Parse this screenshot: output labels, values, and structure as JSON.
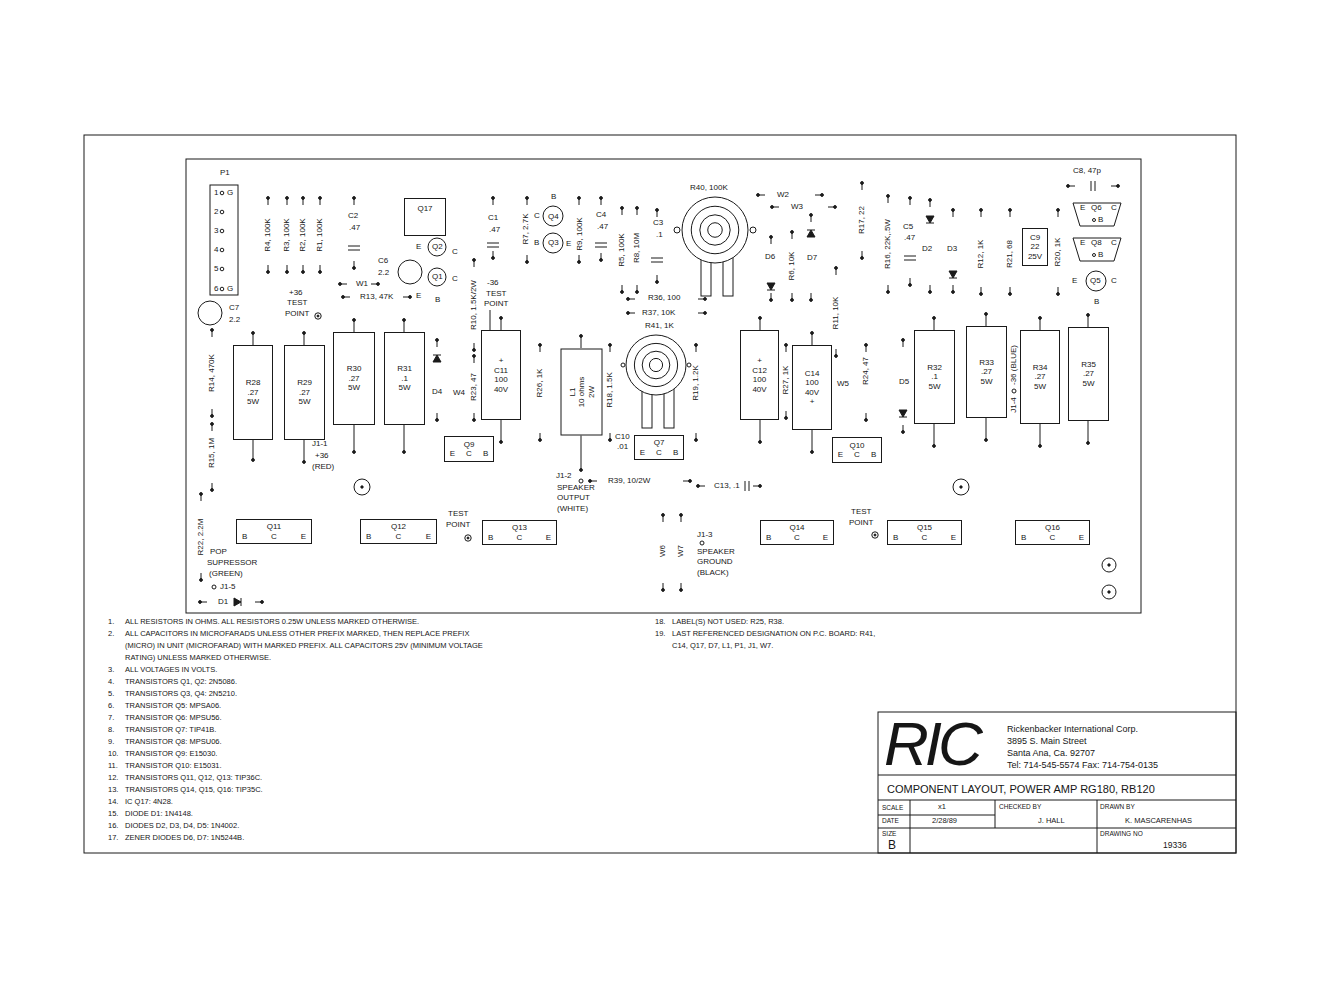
{
  "diagram": {
    "title": "COMPONENT LAYOUT, POWER AMP RG180, RB120",
    "nodes": [
      {
        "text": [
          "Q17"
        ]
      },
      {
        "text": [
          "C9",
          "22",
          "25V"
        ]
      },
      {
        "text": [
          "R28",
          ".27",
          "5W"
        ]
      },
      {
        "text": [
          "R29",
          ".27",
          "5W"
        ]
      },
      {
        "text": [
          "R30",
          ".27",
          "5W"
        ]
      },
      {
        "text": [
          "R31",
          ".1",
          "5W"
        ]
      },
      {
        "text": [
          "+",
          "C11",
          "100",
          "40V"
        ]
      },
      {
        "text": [
          "L1",
          "10 ohms",
          "2W"
        ]
      },
      {
        "text": [
          "+",
          "C12",
          "100",
          "40V"
        ]
      },
      {
        "text": [
          "C14",
          "100",
          "40V",
          "+"
        ]
      },
      {
        "text": [
          "R32",
          ".1",
          "5W"
        ]
      },
      {
        "text": [
          "R33",
          ".27",
          "5W"
        ]
      },
      {
        "text": [
          "R34",
          ".27",
          "5W"
        ]
      },
      {
        "text": [
          "R35",
          ".27",
          "5W"
        ]
      },
      {
        "text": [
          "Q9",
          "E",
          "C",
          "B"
        ]
      },
      {
        "text": [
          "Q7",
          "E",
          "C",
          "B"
        ]
      },
      {
        "text": [
          "Q10",
          "E",
          "C",
          "B"
        ]
      },
      {
        "text": [
          "Q11",
          "B",
          "C",
          "E"
        ]
      },
      {
        "text": [
          "Q12",
          "B",
          "C",
          "E"
        ]
      },
      {
        "text": [
          "Q13",
          "B",
          "C",
          "E"
        ]
      },
      {
        "text": [
          "Q14",
          "B",
          "C",
          "E"
        ]
      },
      {
        "text": [
          "Q15",
          "B",
          "C",
          "E"
        ]
      },
      {
        "text": [
          "Q16",
          "B",
          "C",
          "E"
        ]
      }
    ],
    "labels": [
      "P1",
      "1",
      "G",
      "2",
      "3",
      "4",
      "5",
      "6",
      "G",
      "R4, 100K",
      "R3, 100K",
      "R2, 100K",
      "R1, 100K",
      "C2",
      ".47",
      "E",
      "Q2",
      "C",
      "C6",
      "2.2",
      "Q1",
      "C",
      "E",
      "B",
      "W1",
      "R13, 47K",
      "+36",
      "TEST",
      "POINT",
      "C7",
      "2.2",
      "C1",
      ".47",
      "R7, 2.7K",
      "B",
      "C",
      "Q4",
      "B",
      "Q3",
      "E",
      "R9, 100K",
      "C4",
      ".47",
      "R5, 100K",
      "R8, 10M",
      "C3",
      ".1",
      "R40, 100K",
      "W2",
      "W3",
      "D6",
      "R6, 10K",
      "D7",
      "R17, 22",
      "R16, 22K,.5W",
      "C5",
      ".47",
      "D2",
      "D3",
      "R12, 1K",
      "R21, 68",
      "R20, 1K",
      "C8, 47p",
      "E",
      "Q6",
      "C",
      "B",
      "E",
      "Q8",
      "C",
      "B",
      "E",
      "Q5",
      "C",
      "B",
      "-36",
      "TEST",
      "POINT",
      "R36, 100",
      "R37, 10K",
      "R41, 1K",
      "R10, 1.5K/2W",
      "R11, 10K",
      "R14, 470K",
      "D4",
      "W4",
      "R23, 47",
      "R26, 1K",
      "R18, 1.5K",
      "R19, 1.2K",
      "R27, 1K",
      "W5",
      "R24, 47",
      "D5",
      "J1-4",
      "-36 (BLUE)",
      "C10",
      ".01",
      "J1-1",
      "+36",
      "(RED)",
      "R15, 1M",
      "J1-2",
      "SPEAKER",
      "OUTPUT",
      "(WHITE)",
      "R39, 10/2W",
      "C13, .1",
      "R22, 2.2M",
      "TEST",
      "POINT",
      "W6",
      "W7",
      "J1-3",
      "SPEAKER",
      "GROUND",
      "(BLACK)",
      "TEST",
      "POINT",
      "POP",
      "SUPRESSOR",
      "(GREEN)",
      "J1-5",
      "D1",
      "1.",
      "ALL RESISTORS IN OHMS. ALL RESISTORS 0.25W UNLESS MARKED OTHERWISE.",
      "2.",
      "ALL CAPACITORS IN MICROFARADS UNLESS OTHER PREFIX MARKED, THEN REPLACE PREFIX (MICRO) IN UNIT (MICROFARAD) WITH MARKED PREFIX. ALL CAPACITORS 25V (MINIMUM VOLTAGE RATING) UNLESS MARKED OTHERWISE.",
      "3.",
      "ALL VOLTAGES IN VOLTS.",
      "4.",
      "TRANSISTORS Q1, Q2: 2N5086.",
      "5.",
      "TRANSISTORS Q3, Q4: 2N5210.",
      "6.",
      "TRANSISTOR Q5: MPSA06.",
      "7.",
      "TRANSISTOR Q6: MPSU56.",
      "8.",
      "TRANSISTOR Q7: TIP41B.",
      "9.",
      "TRANSISTOR Q8: MPSU06.",
      "10.",
      "TRANSISTOR Q9: E15030.",
      "11.",
      "TRANSISTOR Q10: E15031.",
      "12.",
      "TRANSISTORS Q11, Q12, Q13: TIP36C.",
      "13.",
      "TRANSISTORS Q14, Q15, Q16: TIP35C.",
      "14.",
      "IC Q17: 4N28.",
      "15.",
      "DIODE D1: 1N4148.",
      "16.",
      "DIODES D2, D3, D4, D5: 1N4002.",
      "17.",
      "ZENER DIODES D6, D7: 1N5244B.",
      "18.",
      "LABEL(S) NOT USED: R25, R38.",
      "19.",
      "LAST REFERENCED DESIGNATION ON P.C. BOARD: R41, C14, Q17, D7, L1, P1, J1, W7.",
      "RIC",
      "Rickenbacker International Corp.",
      "3895 S. Main Street",
      "Santa Ana, Ca. 92707",
      "Tel: 714-545-5574 Fax: 714-754-0135",
      "SCALE",
      "x1",
      "CHECKED BY",
      "DRAWN BY",
      "DATE",
      "2/28/89",
      "J. HALL",
      "K. MASCARENHAS",
      "SIZE",
      "B",
      "DRAWING NO",
      "19336"
    ]
  }
}
